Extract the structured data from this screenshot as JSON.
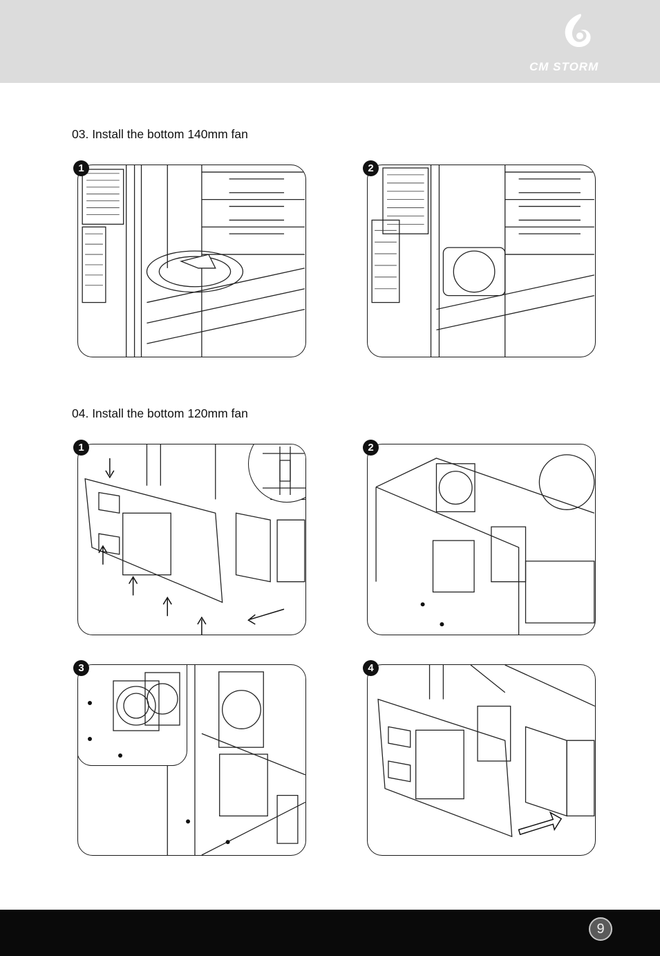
{
  "header": {
    "brand_text": "CM STORM",
    "logo_icon": "swirl-logo-icon",
    "background": "#dcdcdc"
  },
  "sections": [
    {
      "title": "03. Install the bottom 140mm fan",
      "steps": [
        "1",
        "2"
      ]
    },
    {
      "title": "04. Install the bottom 120mm fan",
      "steps": [
        "1",
        "2",
        "3",
        "4"
      ]
    }
  ],
  "footer": {
    "page_number": "9",
    "background": "#0a0a0a"
  }
}
